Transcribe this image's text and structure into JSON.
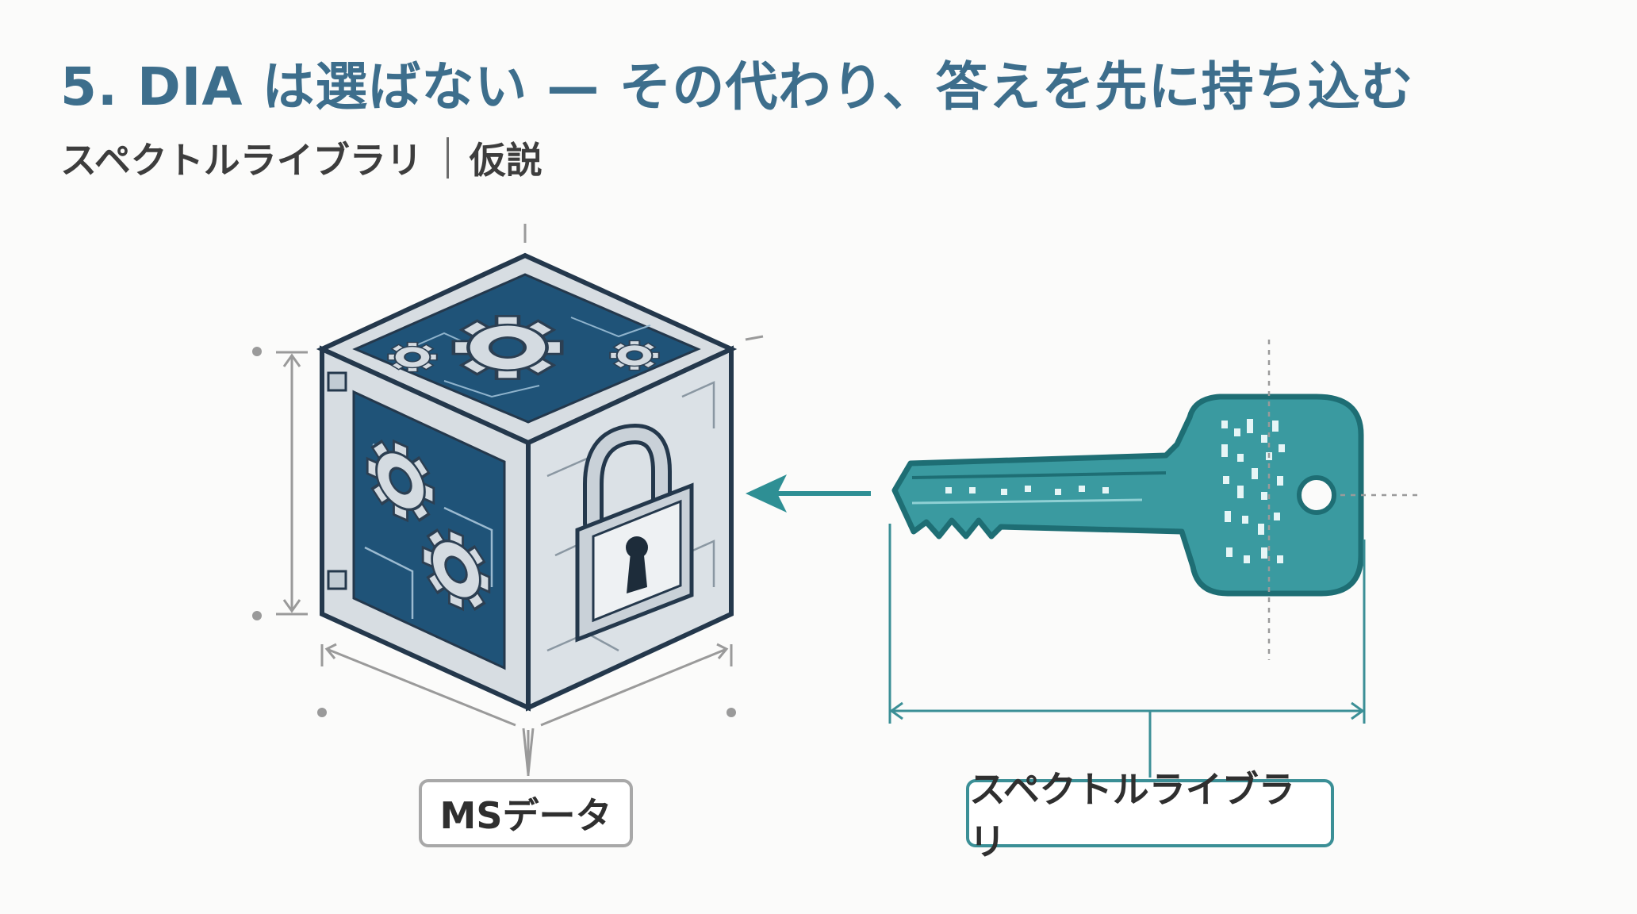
{
  "header": {
    "title": "5. DIA は選ばない — その代わり、答えを先に持ち込む",
    "subtitle_left": "スペクトルライブラリ",
    "subtitle_right": "仮説"
  },
  "diagram": {
    "cube_label": "MSデータ",
    "key_label": "スペクトルライブラリ",
    "colors": {
      "cube_dark": "#1f5378",
      "cube_light": "#d7dde2",
      "key_teal": "#3a9aa0",
      "key_outline": "#1e6e74",
      "dimension_grey": "#9a9a9a"
    },
    "icons": [
      "gear-icon",
      "padlock-icon",
      "keyhole-icon",
      "key-icon",
      "arrow-left-icon"
    ]
  }
}
